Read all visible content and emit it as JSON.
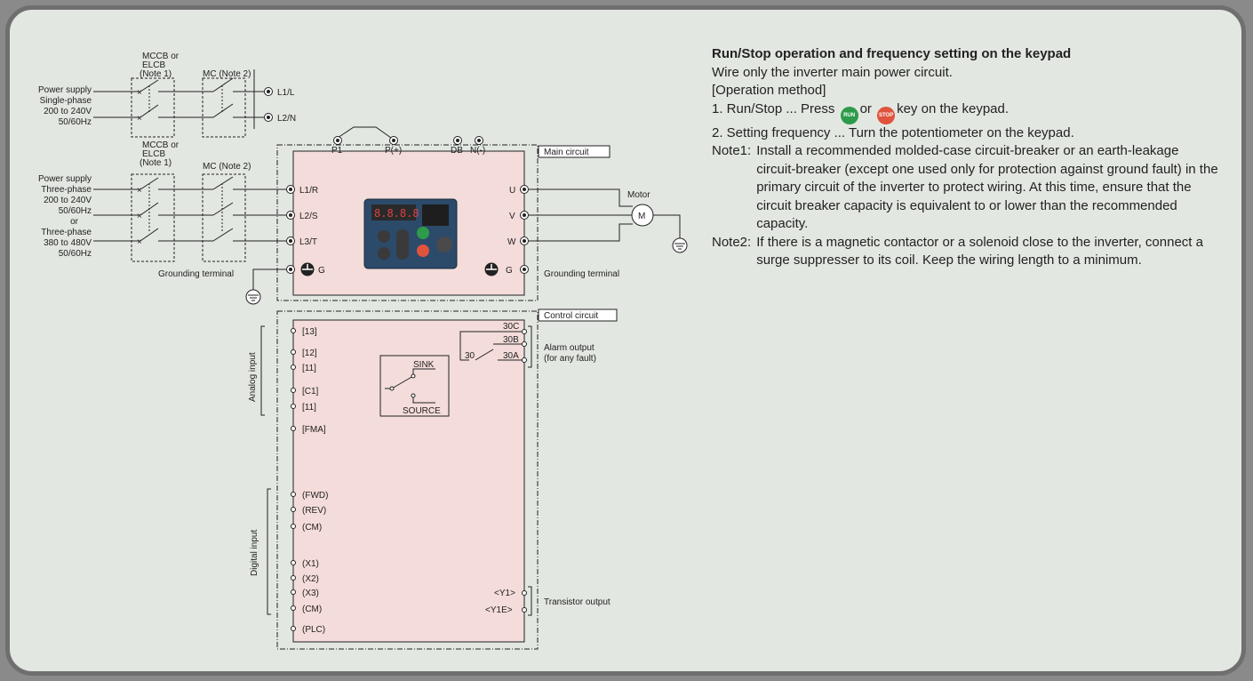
{
  "diagram": {
    "single_phase": {
      "breaker_label": [
        "MCCB or",
        "ELCB",
        "(Note 1)"
      ],
      "mc_label": "MC (Note 2)",
      "supply": [
        "Power supply",
        "Single-phase",
        "200 to 240V",
        "50/60Hz"
      ],
      "terminals": [
        "L1/L",
        "L2/N"
      ]
    },
    "three_phase": {
      "breaker_label": [
        "MCCB or",
        "ELCB",
        "(Note 1)"
      ],
      "mc_label": "MC (Note 2)",
      "supply": [
        "Power supply",
        "Three-phase",
        "200 to 240V",
        "50/60Hz",
        "or",
        "Three-phase",
        "380 to 480V",
        "50/60Hz"
      ],
      "terminals": [
        "L1/R",
        "L2/S",
        "L3/T"
      ]
    },
    "dc_terminals": [
      "P1",
      "P(+)",
      "DB",
      "N(-)"
    ],
    "main_circuit_label": "Main circuit",
    "control_circuit_label": "Control circuit",
    "output_terminals": [
      "U",
      "V",
      "W"
    ],
    "motor_label": "Motor",
    "motor_symbol": "M",
    "ground_terminal": "G",
    "grounding_left": "Grounding terminal",
    "grounding_right": "Grounding terminal",
    "analog_group": "Analog input",
    "analog_terminals": [
      "[13]",
      "[12]",
      "[11]",
      "[C1]",
      "[11]",
      "[FMA]"
    ],
    "switch": {
      "sink": "SINK",
      "source": "SOURCE"
    },
    "alarm_terminals": [
      "30C",
      "30B",
      "30A"
    ],
    "relay_label": "30",
    "alarm_label": [
      "Alarm output",
      "(for any fault)"
    ],
    "digital_group": "Digital input",
    "digital_terminals": [
      "(FWD)",
      "(REV)",
      "(CM)",
      "(X1)",
      "(X2)",
      "(X3)",
      "(CM)",
      "(PLC)"
    ],
    "transistor_terminals": [
      "<Y1>",
      "<Y1E>"
    ],
    "transistor_label": "Transistor output",
    "keypad_display": "8.8.8.8"
  },
  "notes": {
    "title": "Run/Stop operation and frequency setting on the keypad",
    "line1": "Wire only the inverter main power circuit.",
    "line2": "[Operation method]",
    "step1_a": "1. Run/Stop ... Press",
    "step1_run_key": "RUN",
    "step1_or": "or",
    "step1_stop_key": "STOP",
    "step1_b": "key on the keypad.",
    "step2": "2. Setting frequency ... Turn the potentiometer on the keypad.",
    "note1_label": "Note1:",
    "note1_text": "Install a recommended molded-case circuit-breaker or an earth-leakage circuit-breaker (except one used only for protection against ground fault) in the primary circuit  of the inverter to protect wiring. At this time, ensure that the circuit breaker capacity is equivalent to or lower than the recommended capacity.",
    "note2_label": "Note2:",
    "note2_text": "If there is a magnetic contactor or a solenoid close to the inverter, connect a surge suppresser to its coil. Keep the wiring length to a minimum."
  },
  "colors": {
    "frame_border": "#6f6f6f",
    "panel_bg": "#e3e7e1",
    "inverter_fill": "#f3dcd9",
    "run_key": "#2d9b4a",
    "stop_key": "#e0533d"
  }
}
